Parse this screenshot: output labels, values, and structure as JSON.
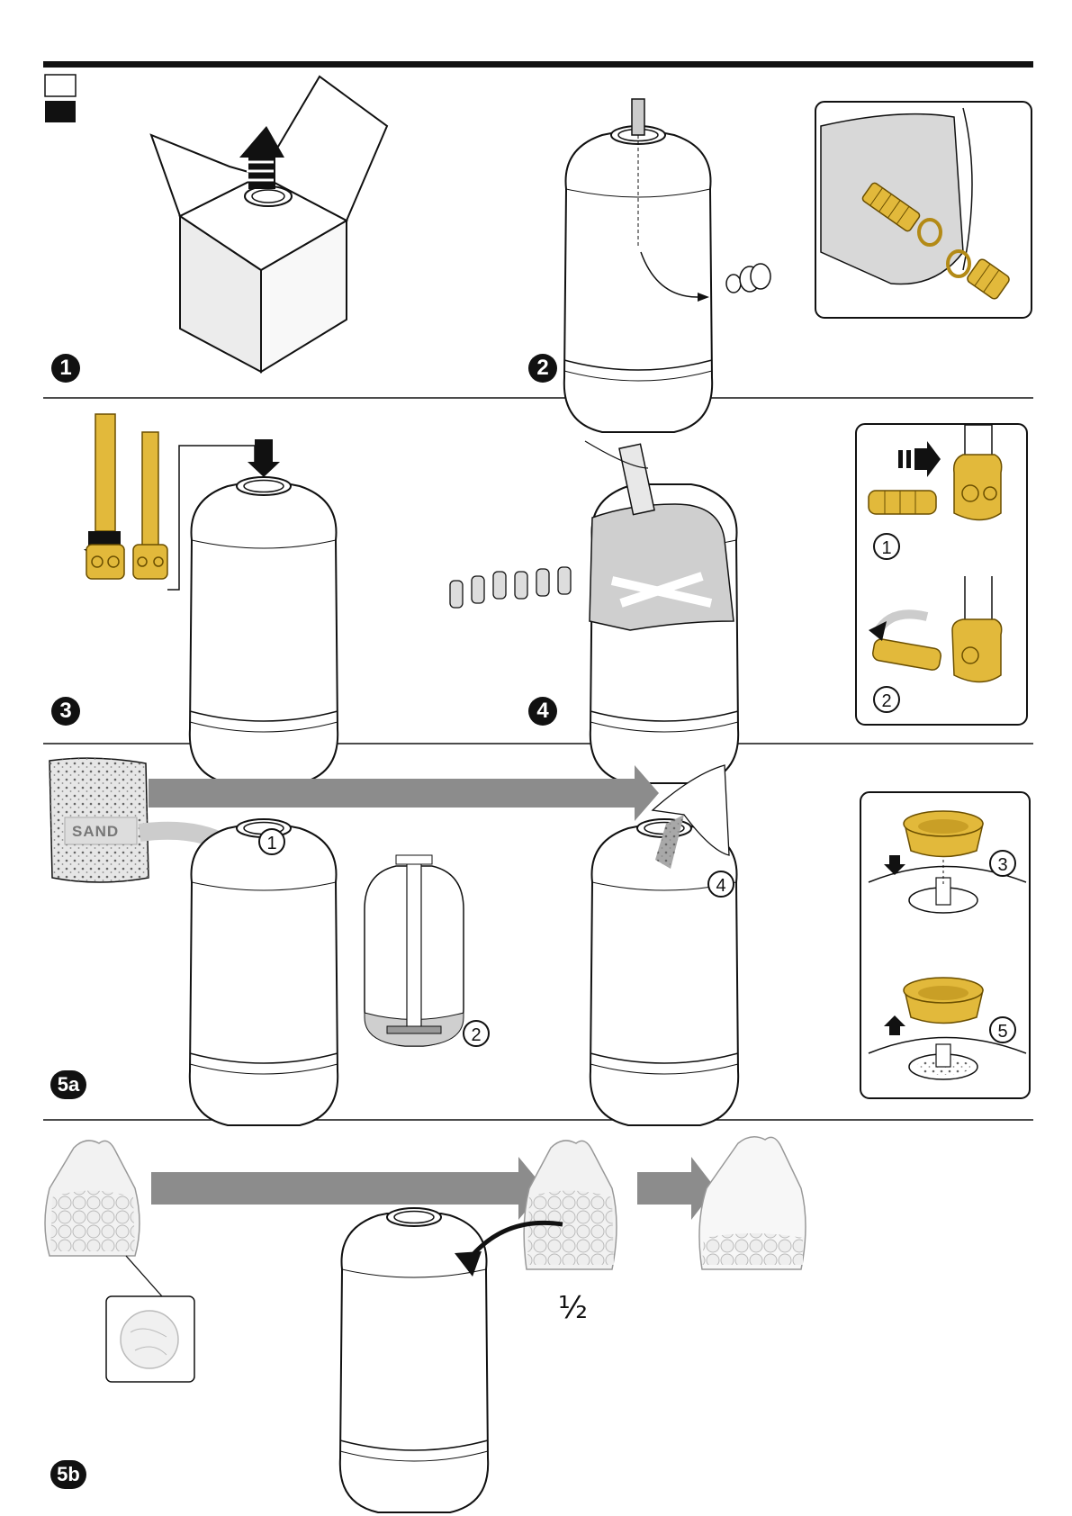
{
  "steps": {
    "s1": "1",
    "s2": "2",
    "s3": "3",
    "s4": "4",
    "s5a": "5a",
    "s5b": "5b"
  },
  "substeps": {
    "r3_1": "1",
    "r3_2": "2",
    "r5_1": "1",
    "r5_2": "2",
    "r5_3": "3",
    "r5_4": "4",
    "r5_5": "5"
  },
  "sand_label": "SAND",
  "half_label": "½",
  "colors": {
    "brass": "#e2b93b",
    "brass_dark": "#b38a16",
    "water": "#3fb4e5",
    "arrow_gray": "#8c8c8c",
    "line": "#111111"
  }
}
